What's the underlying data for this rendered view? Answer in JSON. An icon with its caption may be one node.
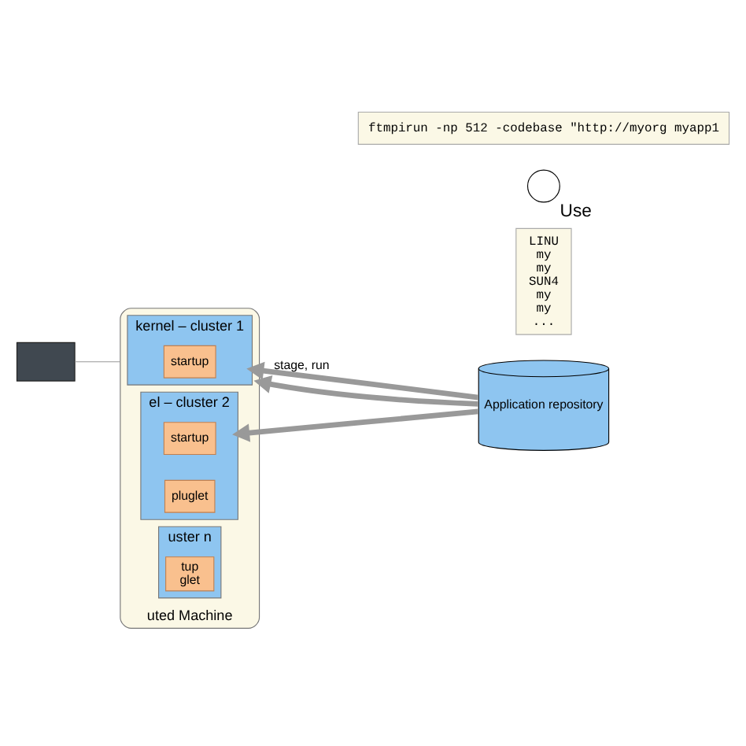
{
  "diagram": {
    "nodes": [
      {
        "text": [
          "uted Machine"
        ]
      },
      {
        "text": [
          "kernel – cluster 1"
        ],
        "in": 0
      },
      {
        "text": [
          "startup"
        ],
        "in": 1
      },
      {
        "text": [
          "el – cluster 2"
        ],
        "in": 0
      },
      {
        "text": [
          "startup"
        ],
        "in": 3
      },
      {
        "text": [
          "pluglet"
        ],
        "in": 3
      },
      {
        "text": [
          "uster n"
        ],
        "in": 0
      },
      {
        "text": [
          "tup",
          "glet"
        ],
        "in": 6
      },
      {
        "text": [
          "Application repository"
        ]
      },
      {
        "text": [
          "LINU",
          "my",
          "my",
          "SUN4",
          "my",
          "my",
          "..."
        ]
      },
      {
        "text": [],
        "shape": "box"
      },
      {
        "text": [],
        "shape": "person",
        "beside": [
          "Use"
        ]
      },
      {
        "text": [
          "ftmpirun -np 512 -codebase \"http://myorg myapp1"
        ]
      }
    ],
    "edges": [
      {
        "from": 8,
        "to": 1,
        "arrow": "to",
        "label": "stage, run"
      },
      {
        "from": 8,
        "to": 3,
        "arrow": "to"
      },
      {
        "from": 8,
        "to": 0,
        "arrow": "to"
      },
      {
        "from": 0,
        "to": 10,
        "arrow": "none"
      }
    ]
  }
}
